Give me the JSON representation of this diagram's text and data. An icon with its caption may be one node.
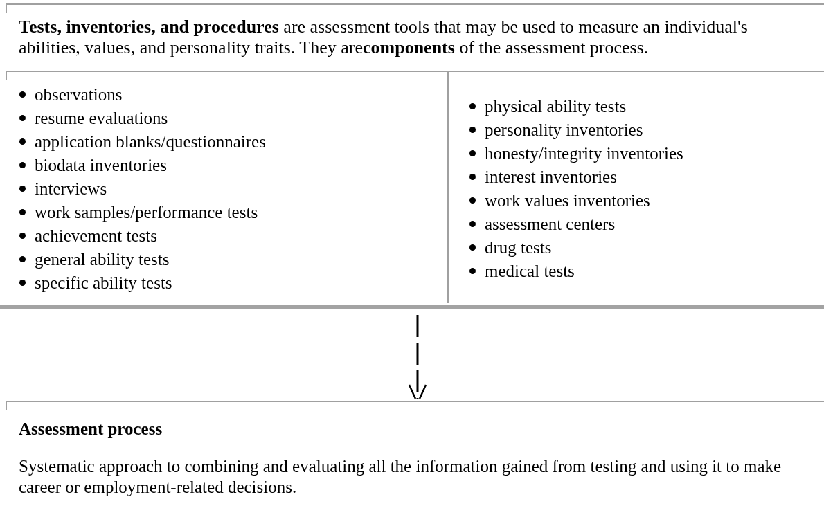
{
  "diagram": {
    "nodes": [
      {
        "text": [
          "**Tests, inventories, and procedures** are assessment tools that may be used to measure an individual's abilities, values, and personality traits. They are**components** of the assessment process."
        ]
      },
      {
        "text": [
          "observations",
          "resume evaluations",
          "application blanks/questionnaires",
          "biodata inventories",
          "interviews",
          "work samples/performance tests",
          "achievement tests",
          "general ability tests",
          "specific ability tests"
        ],
        "in": 0
      },
      {
        "text": [
          "physical ability tests",
          "personality inventories",
          "honesty/integrity inventories",
          "interest inventories",
          "work values inventories",
          "assessment centers",
          "drug tests",
          "medical tests"
        ],
        "in": 0
      },
      {
        "text": [
          "Assessment process",
          "Systematic approach to combining and evaluating all the information gained from testing and using it to make career or employment-related decisions."
        ]
      }
    ],
    "edges": [
      {
        "from": 0,
        "to": 3,
        "arrow": "to"
      }
    ]
  }
}
